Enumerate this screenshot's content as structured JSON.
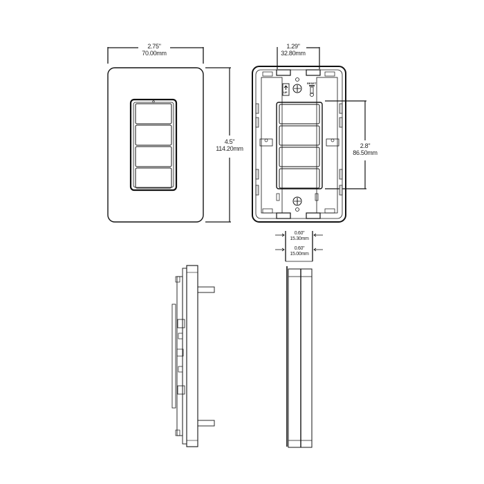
{
  "diagram": {
    "type": "technical-dimension-drawing",
    "subject": "4-button wall keypad with faceplate",
    "colors": {
      "line": "#111111",
      "background": "#ffffff",
      "text": "#222222"
    }
  },
  "views": {
    "front": {
      "width_dim": {
        "inch": "2.75\"",
        "mm": "70.00mm"
      },
      "height_dim": {
        "inch": "4.5\"",
        "mm": "114.20mm"
      },
      "button_count": 4
    },
    "rear": {
      "screw_spacing_dim": {
        "inch": "1.29\"",
        "mm": "32.80mm"
      },
      "keypad_height_dim": {
        "inch": "2.8\"",
        "mm": "86.50mm"
      },
      "labels": {
        "up": "UP",
        "reset": "RESET"
      },
      "button_count": 4
    },
    "side_depth": {
      "outer_dim": {
        "inch": "0.60\"",
        "mm": "15.30mm"
      },
      "inner_dim": {
        "inch": "0.60\"",
        "mm": "15.00mm"
      }
    },
    "side_left": {
      "description": "side profile with mounting posts"
    },
    "side_right": {
      "description": "side profile of faceplate"
    }
  }
}
